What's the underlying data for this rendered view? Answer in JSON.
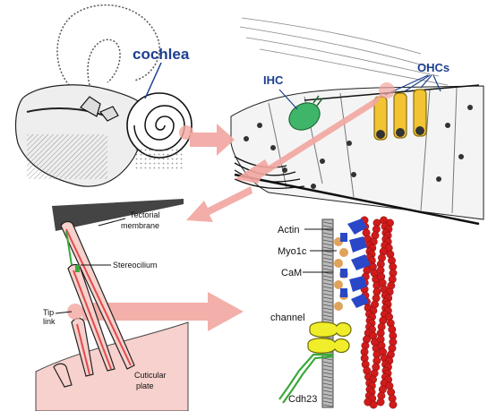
{
  "panels": {
    "ear": {
      "label_cochlea": "cochlea"
    },
    "organ": {
      "label_ihc": "IHC",
      "label_ohcs": "OHCs"
    },
    "bundle": {
      "label_tectorial_line1": "Tectorial",
      "label_tectorial_line2": "membrane",
      "label_stereocilium": "Stereocilium",
      "label_tip_line1": "Tip",
      "label_tip_line2": "link",
      "label_cuticular_line1": "Cuticular",
      "label_cuticular_line2": "plate"
    },
    "molecular": {
      "label_actin": "Actin",
      "label_myo1c": "Myo1c",
      "label_cam": "CaM",
      "label_channel": "channel",
      "label_cdh23": "Cdh23"
    }
  },
  "colors": {
    "arrow": "#f2a6a0",
    "cochlea_label": "#1d3f8f",
    "ihc_label": "#1d3f8f",
    "ohc_label": "#1d3f8f",
    "ihc_cell": "#3fb56a",
    "ohc_cell": "#f2c433",
    "stereocilia": "#e24a4a",
    "actin_bead": "#d11b1b",
    "myosin": "#2a47c8",
    "calmodulin": "#e0a35a",
    "channel": "#f0ee2a",
    "cdh23": "#3aa83a",
    "plate": "#f7d1cd"
  },
  "icons": [
    "connector-arrow-icon"
  ]
}
